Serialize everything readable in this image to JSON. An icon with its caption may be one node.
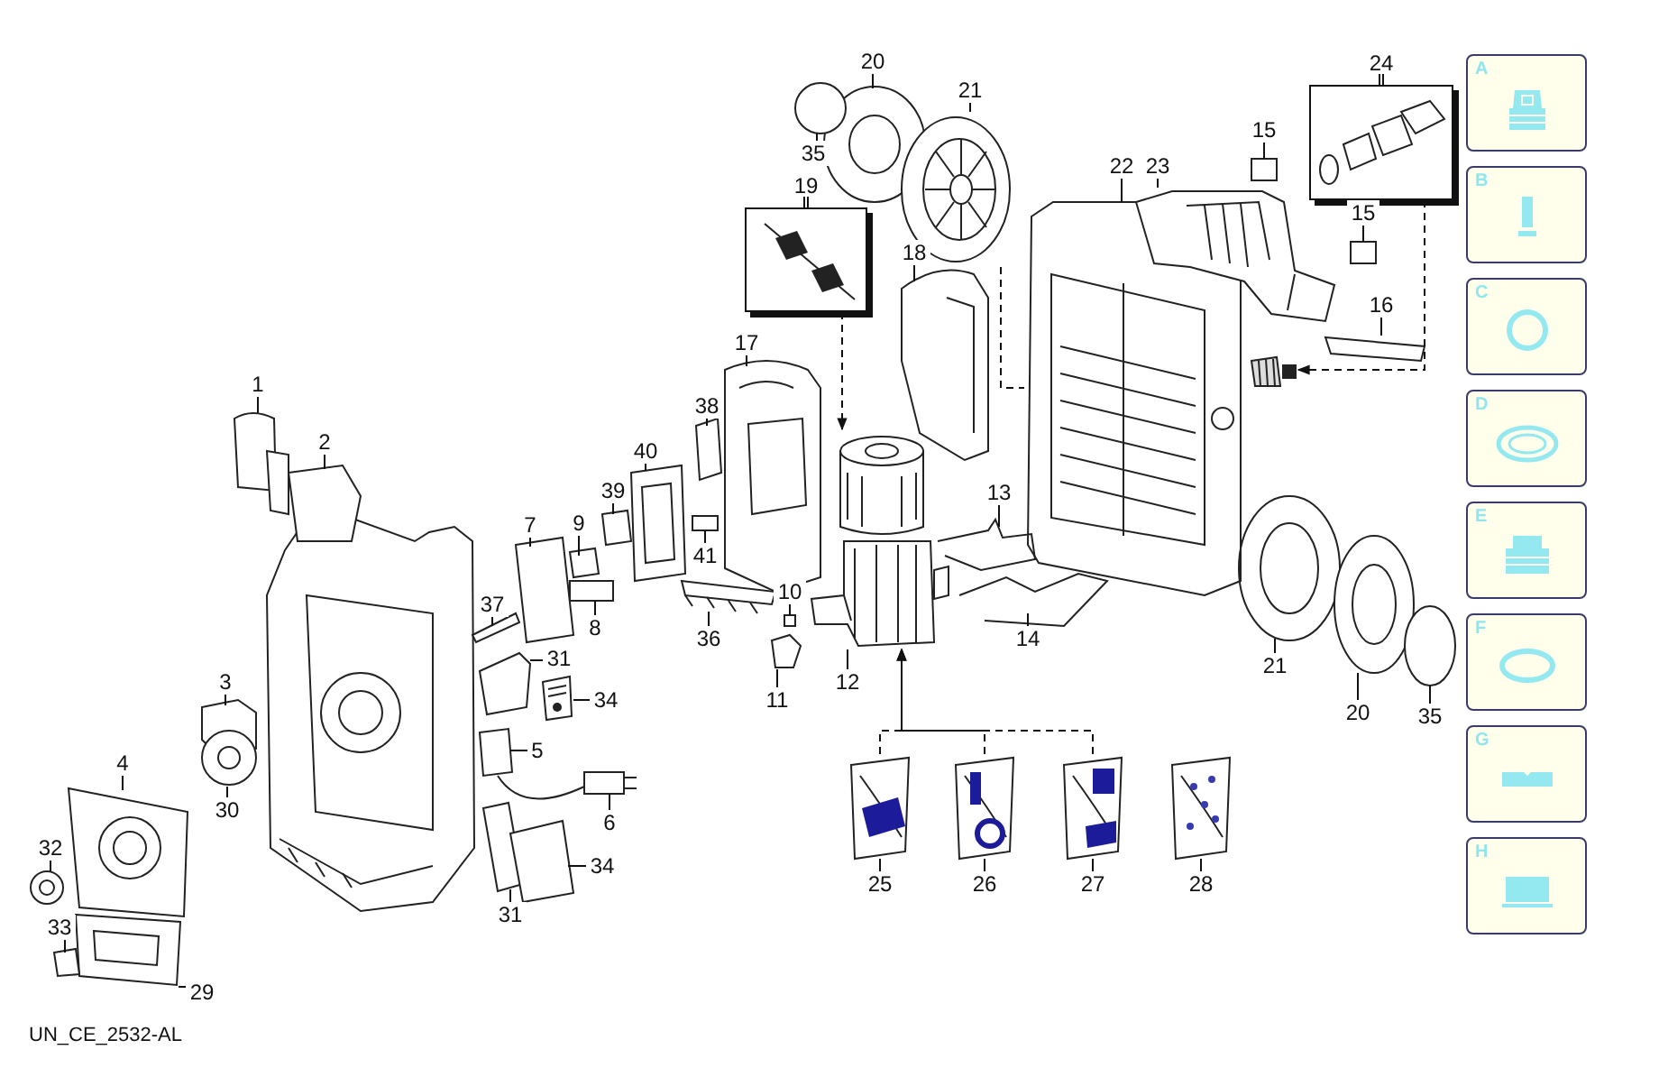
{
  "diagram": {
    "nodes": [
      {
        "text": [
          "19"
        ]
      },
      {
        "text": [
          "24"
        ]
      },
      {
        "text": [],
        "shape": "picture"
      },
      {
        "text": [],
        "shape": "picture"
      },
      {
        "text": [],
        "shape": "picture"
      },
      {
        "text": [],
        "shape": "picture"
      },
      {
        "text": [],
        "shape": "picture"
      },
      {
        "text": [],
        "shape": "picture"
      },
      {
        "text": [],
        "shape": "picture"
      },
      {
        "text": [],
        "shape": "picture"
      },
      {
        "text": [],
        "shape": "picture"
      },
      {
        "text": [
          "1"
        ]
      },
      {
        "text": [
          "2"
        ]
      },
      {
        "text": [
          "3"
        ]
      },
      {
        "text": [
          "4"
        ]
      },
      {
        "text": [
          "5"
        ]
      },
      {
        "text": [
          "6"
        ]
      },
      {
        "text": [
          "7"
        ]
      },
      {
        "text": [
          "8"
        ]
      },
      {
        "text": [
          "9"
        ]
      },
      {
        "text": [
          "10"
        ]
      },
      {
        "text": [
          "11"
        ]
      },
      {
        "text": [
          "12"
        ]
      },
      {
        "text": [
          "13"
        ]
      },
      {
        "text": [
          "14"
        ]
      },
      {
        "text": [
          "15"
        ]
      },
      {
        "text": [
          "15"
        ]
      },
      {
        "text": [
          "16"
        ]
      },
      {
        "text": [
          "17"
        ]
      },
      {
        "text": [
          "18"
        ]
      },
      {
        "text": [
          "20"
        ]
      },
      {
        "text": [
          "20"
        ]
      },
      {
        "text": [
          "21"
        ]
      },
      {
        "text": [
          "21"
        ]
      },
      {
        "text": [
          "22"
        ]
      },
      {
        "text": [
          "23"
        ]
      },
      {
        "text": [
          "25"
        ]
      },
      {
        "text": [
          "26"
        ]
      },
      {
        "text": [
          "27"
        ]
      },
      {
        "text": [
          "28"
        ]
      },
      {
        "text": [
          "29"
        ]
      },
      {
        "text": [
          "30"
        ]
      },
      {
        "text": [
          "31"
        ]
      },
      {
        "text": [
          "31"
        ]
      },
      {
        "text": [
          "32"
        ]
      },
      {
        "text": [
          "33"
        ]
      },
      {
        "text": [
          "34"
        ]
      },
      {
        "text": [
          "34"
        ]
      },
      {
        "text": [
          "35"
        ]
      },
      {
        "text": [
          "35"
        ]
      },
      {
        "text": [
          "36"
        ]
      },
      {
        "text": [
          "37"
        ]
      },
      {
        "text": [
          "38"
        ]
      },
      {
        "text": [
          "39"
        ]
      },
      {
        "text": [
          "40"
        ]
      },
      {
        "text": [
          "41"
        ]
      },
      {
        "text": [
          "A"
        ]
      },
      {
        "text": [
          "B"
        ]
      },
      {
        "text": [
          "C"
        ]
      },
      {
        "text": [
          "D"
        ]
      },
      {
        "text": [
          "E"
        ]
      },
      {
        "text": [
          "F"
        ]
      },
      {
        "text": [
          "G"
        ]
      },
      {
        "text": [
          "H"
        ]
      },
      {
        "text": [],
        "shape": "picture"
      },
      {
        "text": [],
        "shape": "picture"
      }
    ],
    "edges": [
      {
        "from": 0,
        "to": 2,
        "arrow": "to",
        "style": "dashed"
      },
      {
        "from": 1,
        "to": 3,
        "arrow": "to",
        "style": "dashed"
      },
      {
        "from": 7,
        "to": 4,
        "arrow": "to",
        "style": "dashed"
      },
      {
        "from": 8,
        "to": 4,
        "arrow": "to",
        "style": "dashed"
      },
      {
        "from": 9,
        "to": 4,
        "arrow": "to",
        "style": "dashed"
      },
      {
        "from": 5,
        "to": 6,
        "arrow": "none",
        "style": "dashed"
      },
      {
        "from": 11,
        "to": null,
        "arrow": "none"
      },
      {
        "from": 12,
        "to": null,
        "arrow": "none"
      },
      {
        "from": 13,
        "to": null,
        "arrow": "none"
      },
      {
        "from": 14,
        "to": null,
        "arrow": "none"
      },
      {
        "from": 15,
        "to": null,
        "arrow": "none"
      },
      {
        "from": 16,
        "to": null,
        "arrow": "none"
      },
      {
        "from": 17,
        "to": null,
        "arrow": "none"
      },
      {
        "from": 18,
        "to": null,
        "arrow": "none"
      },
      {
        "from": 19,
        "to": null,
        "arrow": "none"
      },
      {
        "from": 20,
        "to": null,
        "arrow": "none"
      },
      {
        "from": 21,
        "to": null,
        "arrow": "none"
      },
      {
        "from": 22,
        "to": 4,
        "arrow": "none"
      },
      {
        "from": 23,
        "to": null,
        "arrow": "none"
      },
      {
        "from": 24,
        "to": null,
        "arrow": "none"
      },
      {
        "from": 25,
        "to": null,
        "arrow": "none"
      },
      {
        "from": 26,
        "to": null,
        "arrow": "none"
      },
      {
        "from": 27,
        "to": null,
        "arrow": "none"
      },
      {
        "from": 28,
        "to": null,
        "arrow": "none"
      },
      {
        "from": 29,
        "to": null,
        "arrow": "none"
      },
      {
        "from": 30,
        "to": null,
        "arrow": "none"
      },
      {
        "from": 31,
        "to": null,
        "arrow": "none"
      },
      {
        "from": 32,
        "to": 5,
        "arrow": "none"
      },
      {
        "from": 33,
        "to": null,
        "arrow": "none"
      },
      {
        "from": 34,
        "to": 6,
        "arrow": "none"
      },
      {
        "from": 35,
        "to": 64,
        "arrow": "none"
      },
      {
        "from": 36,
        "to": 7,
        "arrow": "none"
      },
      {
        "from": 37,
        "to": 8,
        "arrow": "none"
      },
      {
        "from": 38,
        "to": 9,
        "arrow": "none"
      },
      {
        "from": 39,
        "to": 10,
        "arrow": "none"
      },
      {
        "from": 40,
        "to": null,
        "arrow": "none"
      },
      {
        "from": 41,
        "to": null,
        "arrow": "none"
      },
      {
        "from": 42,
        "to": null,
        "arrow": "none"
      },
      {
        "from": 43,
        "to": null,
        "arrow": "none"
      },
      {
        "from": 44,
        "to": null,
        "arrow": "none"
      },
      {
        "from": 45,
        "to": null,
        "arrow": "none"
      },
      {
        "from": 46,
        "to": 65,
        "arrow": "none"
      },
      {
        "from": 47,
        "to": null,
        "arrow": "none"
      },
      {
        "from": 48,
        "to": null,
        "arrow": "none"
      },
      {
        "from": 49,
        "to": null,
        "arrow": "none"
      },
      {
        "from": 50,
        "to": null,
        "arrow": "none"
      },
      {
        "from": 51,
        "to": null,
        "arrow": "none"
      },
      {
        "from": 52,
        "to": null,
        "arrow": "none"
      },
      {
        "from": 53,
        "to": null,
        "arrow": "none"
      },
      {
        "from": 54,
        "to": null,
        "arrow": "none"
      },
      {
        "from": 55,
        "to": null,
        "arrow": "none"
      }
    ],
    "labels": [
      "UN_CE_2532-AL"
    ]
  }
}
